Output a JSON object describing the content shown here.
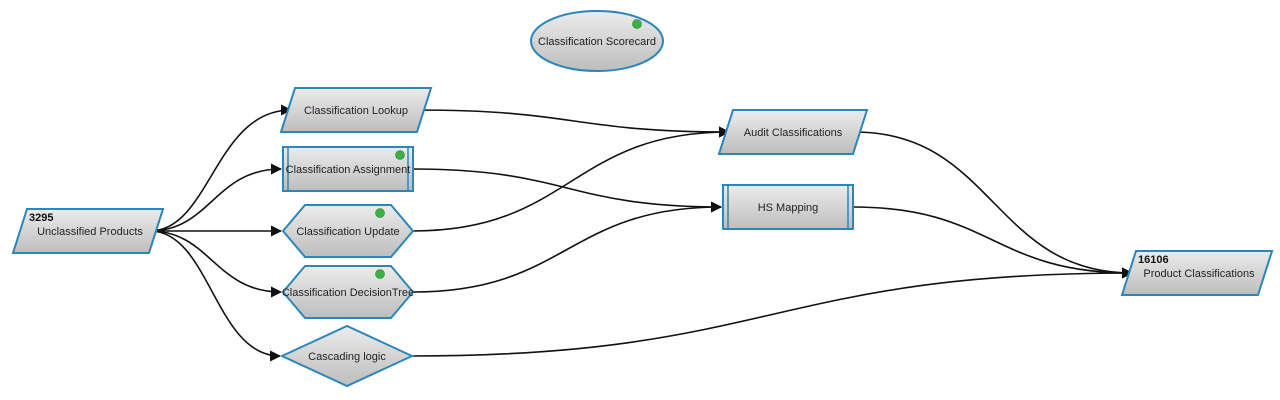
{
  "diagram": {
    "colors": {
      "node_stroke": "#2a86bb",
      "node_fill_top": "#ececec",
      "node_fill_bottom": "#bdbdbd",
      "status_dot": "#3cb043",
      "edge": "#111111"
    },
    "nodes": [
      {
        "id": "unclassified",
        "shape": "parallelogram",
        "count": "3295",
        "label": "Unclassified Products",
        "status": false
      },
      {
        "id": "scorecard",
        "shape": "ellipse",
        "label": "Classification Scorecard",
        "status": true
      },
      {
        "id": "lookup",
        "shape": "parallelogram",
        "label": "Classification Lookup",
        "status": false
      },
      {
        "id": "assignment",
        "shape": "process",
        "label": "Classification Assignment",
        "status": true
      },
      {
        "id": "update",
        "shape": "hexagon",
        "label": "Classification Update",
        "status": true
      },
      {
        "id": "decisiontree",
        "shape": "hexagon",
        "label": "Classification DecisionTree",
        "status": true
      },
      {
        "id": "cascading",
        "shape": "diamond",
        "label": "Cascading logic",
        "status": false
      },
      {
        "id": "audit",
        "shape": "parallelogram",
        "label": "Audit Classifications",
        "status": false
      },
      {
        "id": "hsmapping",
        "shape": "process",
        "label": "HS Mapping",
        "status": false
      },
      {
        "id": "productclass",
        "shape": "parallelogram",
        "count": "16106",
        "label": "Product Classifications",
        "status": false
      }
    ],
    "edges": [
      {
        "from": "unclassified",
        "to": "lookup"
      },
      {
        "from": "unclassified",
        "to": "assignment"
      },
      {
        "from": "unclassified",
        "to": "update"
      },
      {
        "from": "unclassified",
        "to": "decisiontree"
      },
      {
        "from": "unclassified",
        "to": "cascading"
      },
      {
        "from": "lookup",
        "to": "audit"
      },
      {
        "from": "update",
        "to": "audit"
      },
      {
        "from": "assignment",
        "to": "hsmapping"
      },
      {
        "from": "decisiontree",
        "to": "hsmapping"
      },
      {
        "from": "audit",
        "to": "productclass"
      },
      {
        "from": "hsmapping",
        "to": "productclass"
      },
      {
        "from": "cascading",
        "to": "productclass"
      }
    ]
  }
}
